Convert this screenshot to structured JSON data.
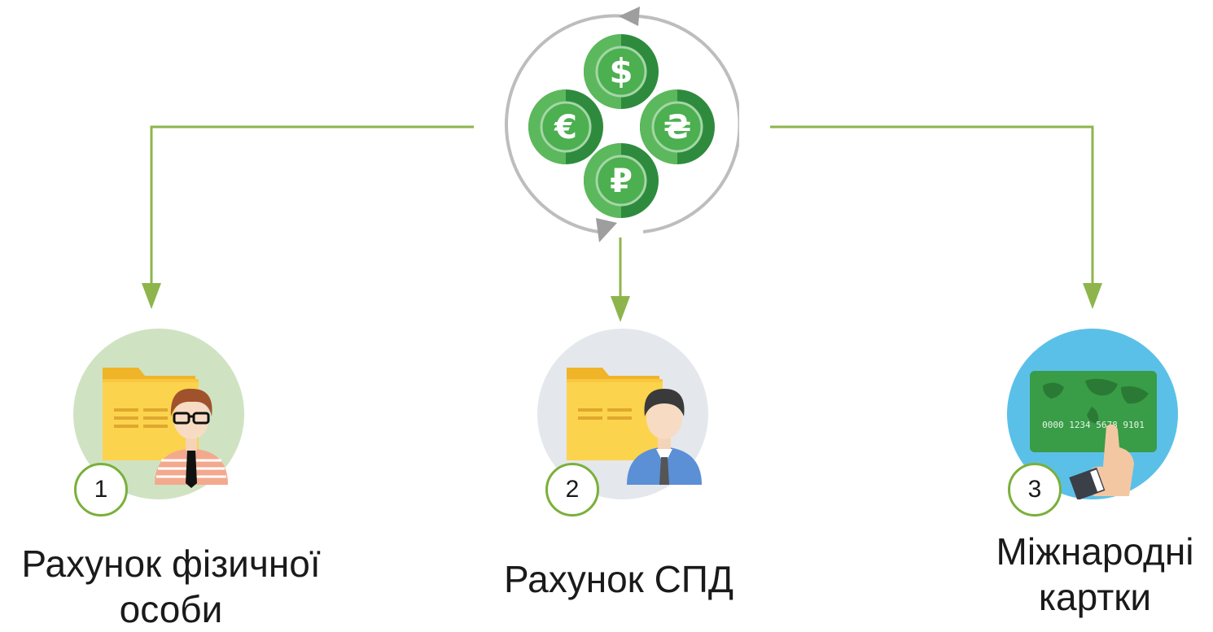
{
  "colors": {
    "connector": "#8db54b",
    "coin_light": "#5cb85c",
    "coin_dark": "#2e8b3e",
    "cycle_arrow": "#bdbdbd",
    "badge_border": "#7ab03a"
  },
  "center": {
    "icon": "currency-exchange-icon",
    "currencies": [
      "$",
      "€",
      "₴",
      "₽"
    ]
  },
  "accounts": [
    {
      "number": "1",
      "label_line1": "Рахунок фізичної",
      "label_line2": "особи",
      "icon": "individual-account-icon"
    },
    {
      "number": "2",
      "label_line1": "Рахунок СПД",
      "label_line2": "",
      "icon": "entrepreneur-account-icon"
    },
    {
      "number": "3",
      "label_line1": "Міжнародні",
      "label_line2": "картки",
      "icon": "international-card-icon"
    }
  ],
  "card": {
    "number_text": "0000 1234 5678 9101"
  }
}
